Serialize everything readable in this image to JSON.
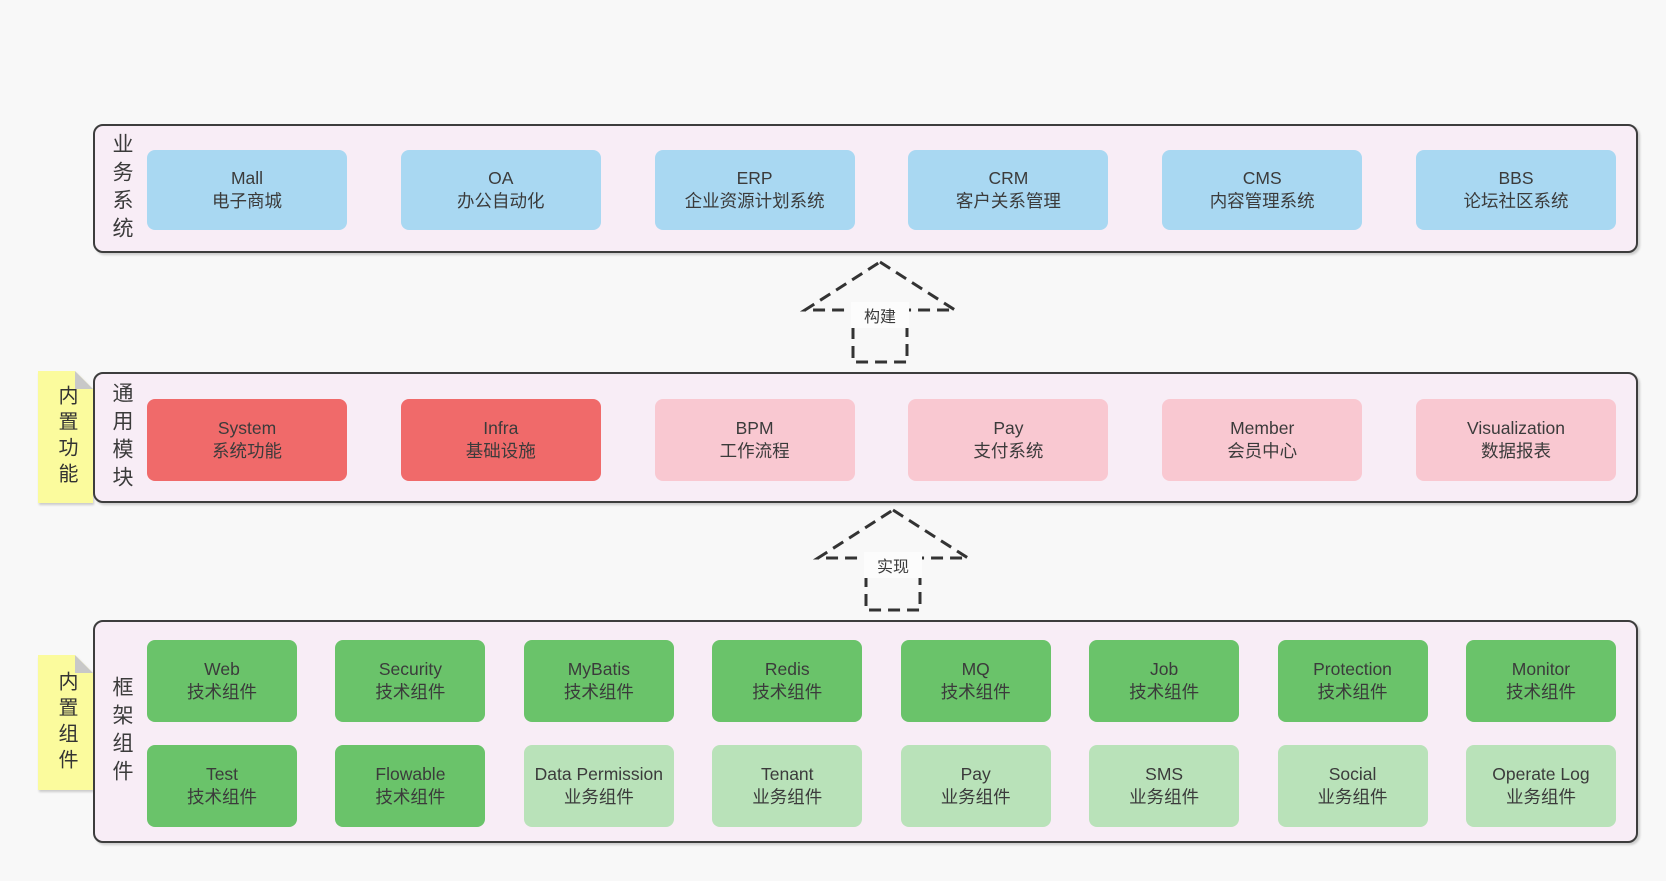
{
  "diagram": {
    "layers": {
      "business": {
        "label": "业务系统",
        "boxes": [
          {
            "en": "Mall",
            "zh": "电子商城"
          },
          {
            "en": "OA",
            "zh": "办公自动化"
          },
          {
            "en": "ERP",
            "zh": "企业资源计划系统"
          },
          {
            "en": "CRM",
            "zh": "客户关系管理"
          },
          {
            "en": "CMS",
            "zh": "内容管理系统"
          },
          {
            "en": "BBS",
            "zh": "论坛社区系统"
          }
        ]
      },
      "modules": {
        "label": "通用模块",
        "note": "内置功能",
        "boxes": [
          {
            "en": "System",
            "zh": "系统功能"
          },
          {
            "en": "Infra",
            "zh": "基础设施"
          },
          {
            "en": "BPM",
            "zh": "工作流程"
          },
          {
            "en": "Pay",
            "zh": "支付系统"
          },
          {
            "en": "Member",
            "zh": "会员中心"
          },
          {
            "en": "Visualization",
            "zh": "数据报表"
          }
        ]
      },
      "components": {
        "label": "框架组件",
        "note": "内置组件",
        "row1": [
          {
            "en": "Web",
            "zh": "技术组件"
          },
          {
            "en": "Security",
            "zh": "技术组件"
          },
          {
            "en": "MyBatis",
            "zh": "技术组件"
          },
          {
            "en": "Redis",
            "zh": "技术组件"
          },
          {
            "en": "MQ",
            "zh": "技术组件"
          },
          {
            "en": "Job",
            "zh": "技术组件"
          },
          {
            "en": "Protection",
            "zh": "技术组件"
          },
          {
            "en": "Monitor",
            "zh": "技术组件"
          }
        ],
        "row2": [
          {
            "en": "Test",
            "zh": "技术组件"
          },
          {
            "en": "Flowable",
            "zh": "技术组件"
          },
          {
            "en": "Data Permission",
            "zh": "业务组件"
          },
          {
            "en": "Tenant",
            "zh": "业务组件"
          },
          {
            "en": "Pay",
            "zh": "业务组件"
          },
          {
            "en": "SMS",
            "zh": "业务组件"
          },
          {
            "en": "Social",
            "zh": "业务组件"
          },
          {
            "en": "Operate Log",
            "zh": "业务组件"
          }
        ]
      }
    },
    "arrows": [
      {
        "label": "构建"
      },
      {
        "label": "实现"
      }
    ],
    "colors": {
      "page_bg": "#f8f8f8",
      "container_bg": "#f8edf6",
      "container_border": "#3d3d3d",
      "blue_box": "#a9d8f2",
      "red_box": "#f06a6a",
      "pink_box": "#f9c8d1",
      "green_dark_box": "#6ac36a",
      "green_light_box": "#b9e2b9",
      "sticky_note": "#fbfb9d",
      "sticky_fold": "#c8c8c8",
      "text": "#3b3b3b",
      "arrow_stroke": "#333333"
    }
  }
}
